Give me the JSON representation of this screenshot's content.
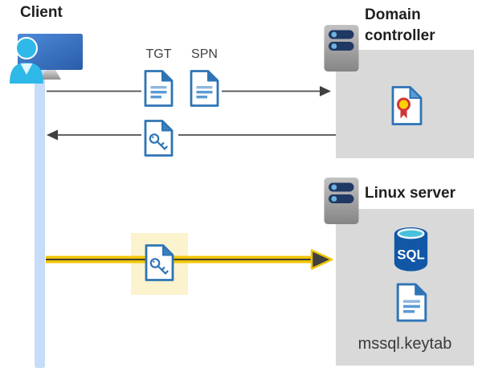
{
  "diagram": {
    "client": {
      "label": "Client",
      "icon": "client-user-monitor-icon"
    },
    "domain_controller": {
      "label": "Domain controller",
      "icon": "server-icon",
      "content_icon": "certificate-icon"
    },
    "linux_server": {
      "label": "Linux server",
      "icon": "server-icon",
      "sql_badge": "SQL",
      "keytab_label": "mssql.keytab"
    },
    "messages": {
      "tgt_label": "TGT",
      "spn_label": "SPN",
      "request_icons": [
        "document-icon",
        "document-icon"
      ],
      "response_icon": "key-ticket-icon",
      "connection_icon": "key-ticket-icon"
    },
    "colors": {
      "accent_blue": "#2E74B5",
      "doc_line_blue": "#5B9BD5",
      "person_cyan": "#2FB9E8",
      "lifeline_blue": "#C7DCF8",
      "box_gray": "#D9D9D9",
      "arrow_gray": "#4D4D4D",
      "highlight_yellow": "#FBF3CE",
      "arrow_yellow": "#F2C500",
      "sql_blue": "#1157A6",
      "sql_top_cyan": "#49C0DC",
      "server_bar_navy": "#1F3864",
      "cert_red": "#D13438",
      "cert_gold": "#FFD100"
    }
  }
}
